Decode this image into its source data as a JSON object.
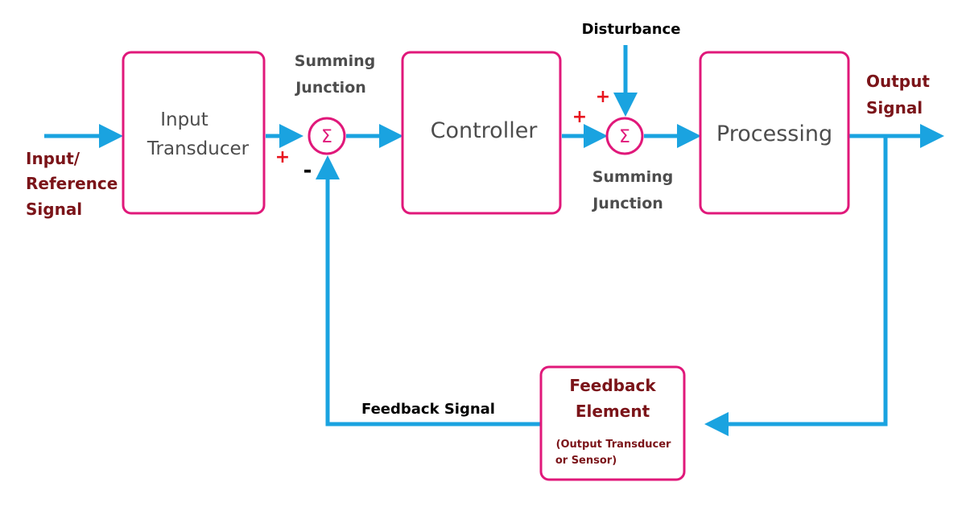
{
  "colors": {
    "block_border": "#e0187a",
    "signal_line": "#1aa3e0",
    "dark_red_text": "#7b1419",
    "sign_red": "#e8141e",
    "block_text": "#4d4d4d"
  },
  "input_signal": {
    "line1": "Input/",
    "line2": "Reference",
    "line3": "Signal"
  },
  "blocks": {
    "input_transducer": {
      "line1": "Input",
      "line2": "Transducer"
    },
    "controller": {
      "label": "Controller"
    },
    "processing": {
      "label": "Processing"
    },
    "feedback_element": {
      "line1": "Feedback",
      "line2": "Element",
      "note1": "(Output Transducer",
      "note2": "or Sensor)"
    }
  },
  "junctions": {
    "junction1": {
      "symbol": "Σ",
      "label_line1": "Summing",
      "label_line2": "Junction",
      "plus_sign": "+",
      "minus_sign": "-"
    },
    "junction2": {
      "symbol": "Σ",
      "label_line1": "Summing",
      "label_line2": "Junction",
      "plus_left": "+",
      "plus_top": "+"
    }
  },
  "disturbance": "Disturbance",
  "output_signal": {
    "line1": "Output",
    "line2": "Signal"
  },
  "feedback_signal": "Feedback Signal"
}
